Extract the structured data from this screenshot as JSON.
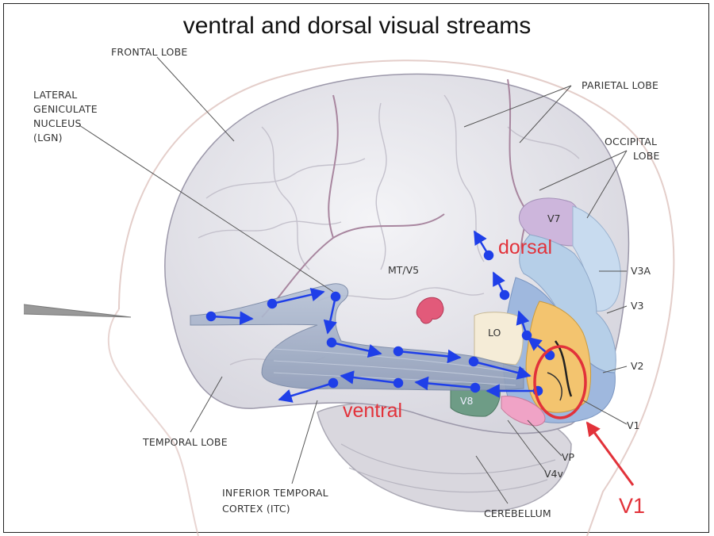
{
  "title": "ventral and dorsal visual streams",
  "labels": {
    "frontal_lobe": "FRONTAL LOBE",
    "lgn_line1": "LATERAL",
    "lgn_line2": "GENICULATE",
    "lgn_line3": "NUCLEUS",
    "lgn_line4": "(LGN)",
    "parietal_lobe": "PARIETAL LOBE",
    "occipital_line1": "OCCIPITAL",
    "occipital_line2": "LOBE",
    "mt_v5": "MT/V5",
    "v7": "V7",
    "v3a": "V3A",
    "v3": "V3",
    "lo": "LO",
    "v2": "V2",
    "v8": "V8",
    "v1": "V1",
    "vp": "VP",
    "v4v": "V4v",
    "temporal_lobe": "TEMPORAL LOBE",
    "itc_line1": "INFERIOR TEMPORAL",
    "itc_line2": "CORTEX (ITC)",
    "cerebellum": "CEREBELLUM"
  },
  "annotations": {
    "dorsal": "dorsal",
    "ventral": "ventral",
    "v1_callout": "V1"
  },
  "colors": {
    "arrow": "#1f3fe8",
    "annotation": "#e2323a",
    "brain": "#ececf1",
    "v1": "#f3c46f",
    "v2": "#9fb8de",
    "v3": "#c8dbef",
    "v7": "#cdb6dc",
    "v8": "#6e9c86",
    "mt": "#e25a7a",
    "lgn_tract": "#a9b6cf"
  }
}
